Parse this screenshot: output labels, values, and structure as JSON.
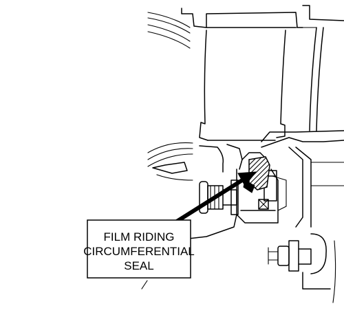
{
  "callout": {
    "lines": [
      "FILM RIDING",
      "CIRCUMFERENTIAL",
      "SEAL"
    ]
  },
  "colors": {
    "ink": "#000000",
    "background": "#ffffff"
  }
}
